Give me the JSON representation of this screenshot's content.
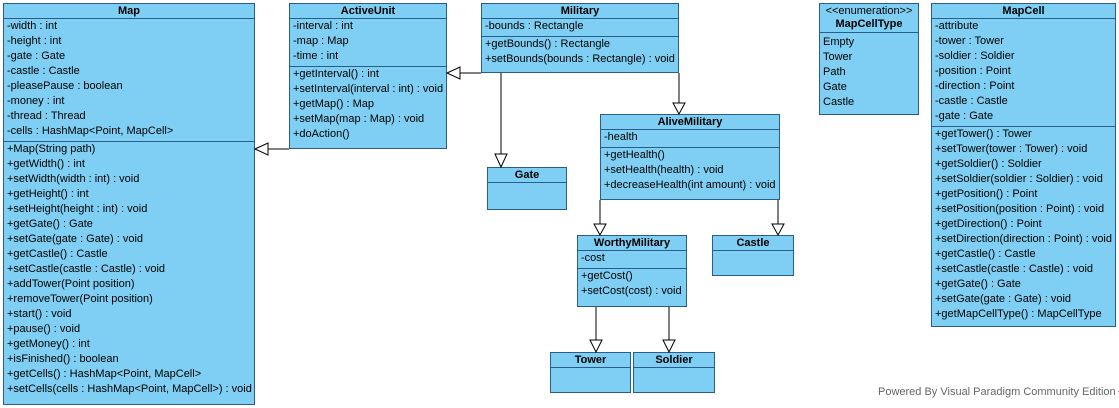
{
  "classes": {
    "map": {
      "name": "Map",
      "attributes": [
        "-width : int",
        "-height : int",
        "-gate : Gate",
        "-castle : Castle",
        "-pleasePause : boolean",
        "-money : int",
        "-thread : Thread",
        "-cells : HashMap<Point, MapCell>"
      ],
      "operations": [
        "+Map(String path)",
        "+getWidth() : int",
        "+setWidth(width : int) : void",
        "+getHeight() : int",
        "+setHeight(height : int) : void",
        "+getGate() : Gate",
        "+setGate(gate : Gate) : void",
        "+getCastle() : Castle",
        "+setCastle(castle : Castle) : void",
        "+addTower(Point position)",
        "+removeTower(Point position)",
        "+start() : void",
        "+pause() : void",
        "+getMoney() : int",
        "+isFinished() : boolean",
        "+getCells() : HashMap<Point, MapCell>",
        "+setCells(cells : HashMap<Point, MapCell>) : void"
      ]
    },
    "active_unit": {
      "name": "ActiveUnit",
      "attributes": [
        "-interval : int",
        "-map : Map",
        "-time : int"
      ],
      "operations": [
        "+getInterval() : int",
        "+setInterval(interval : int) : void",
        "+getMap() : Map",
        "+setMap(map : Map) : void",
        "+doAction()"
      ]
    },
    "military": {
      "name": "Military",
      "attributes": [
        "-bounds : Rectangle"
      ],
      "operations": [
        "+getBounds() : Rectangle",
        "+setBounds(bounds : Rectangle) : void"
      ]
    },
    "gate": {
      "name": "Gate"
    },
    "alive_military": {
      "name": "AliveMilitary",
      "attributes": [
        "-health"
      ],
      "operations": [
        "+getHealth()",
        "+setHealth(health) : void",
        "+decreaseHealth(int amount) : void"
      ]
    },
    "worthy_military": {
      "name": "WorthyMilitary",
      "attributes": [
        "-cost"
      ],
      "operations": [
        "+getCost()",
        "+setCost(cost) : void"
      ]
    },
    "castle": {
      "name": "Castle"
    },
    "tower": {
      "name": "Tower"
    },
    "soldier": {
      "name": "Soldier"
    },
    "map_cell_type": {
      "stereotype": "<<enumeration>>",
      "name": "MapCellType",
      "literals": [
        "Empty",
        "Tower",
        "Path",
        "Gate",
        "Castle"
      ]
    },
    "map_cell": {
      "name": "MapCell",
      "attributes": [
        "-attribute",
        "-tower : Tower",
        "-soldier : Soldier",
        "-position : Point",
        "-direction : Point",
        "-castle : Castle",
        "-gate : Gate"
      ],
      "operations": [
        "+getTower() : Tower",
        "+setTower(tower : Tower) : void",
        "+getSoldier() : Soldier",
        "+setSoldier(soldier : Soldier) : void",
        "+getPosition() : Point",
        "+setPosition(position : Point) : void",
        "+getDirection() : Point",
        "+setDirection(direction : Point) : void",
        "+getCastle() : Castle",
        "+setCastle(castle : Castle) : void",
        "+getGate() : Gate",
        "+setGate(gate : Gate) : void",
        "+getMapCellType() : MapCellType"
      ]
    }
  },
  "footer": {
    "text": "Powered By  Visual Paradigm Community Edition"
  },
  "colors": {
    "class_fill": "#7ecff3",
    "class_border": "#2b5d8a",
    "line": "#000000"
  }
}
